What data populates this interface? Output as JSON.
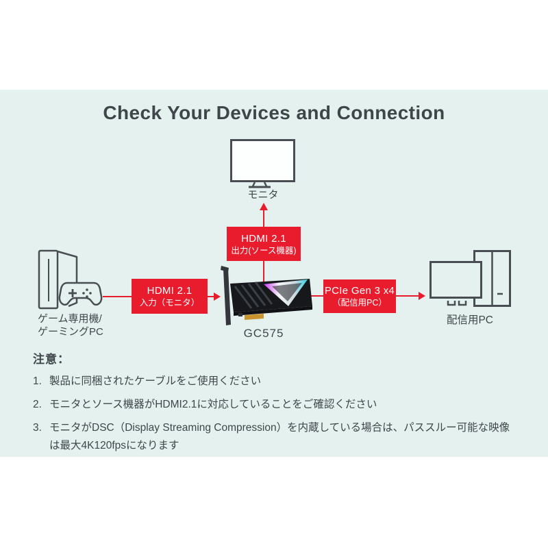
{
  "title": "Check Your Devices and Connection",
  "colors": {
    "background_band": "#e5f1ef",
    "accent_red": "#e81c2d",
    "outline_gray": "#474d50",
    "text_dark": "#3e464a"
  },
  "diagram": {
    "monitor_label": "モニタ",
    "console_label_line1": "ゲーム専用機/",
    "console_label_line2": "ゲーミングPC",
    "card_label": "GC575",
    "pc_label": "配信用PC",
    "hdmi_out_box": {
      "line1": "HDMI 2.1",
      "line2": "出力(ソース機器)"
    },
    "hdmi_in_box": {
      "line1": "HDMI 2.1",
      "line2": "入力（モニタ）"
    },
    "pcie_box": {
      "line1": "PCIe Gen 3 x4",
      "line2": "（配信用PC）"
    }
  },
  "notes": {
    "heading": "注意：",
    "items": [
      {
        "num": "1.",
        "text": "製品に同梱されたケーブルをご使用ください"
      },
      {
        "num": "2.",
        "text": "モニタとソース機器がHDMI2.1に対応していることをご確認ください"
      },
      {
        "num": "3.",
        "text": "モニタがDSC（Display Streaming Compression）を内蔵している場合は、パススルー可能な映像は最大4K120fpsになります"
      }
    ]
  }
}
